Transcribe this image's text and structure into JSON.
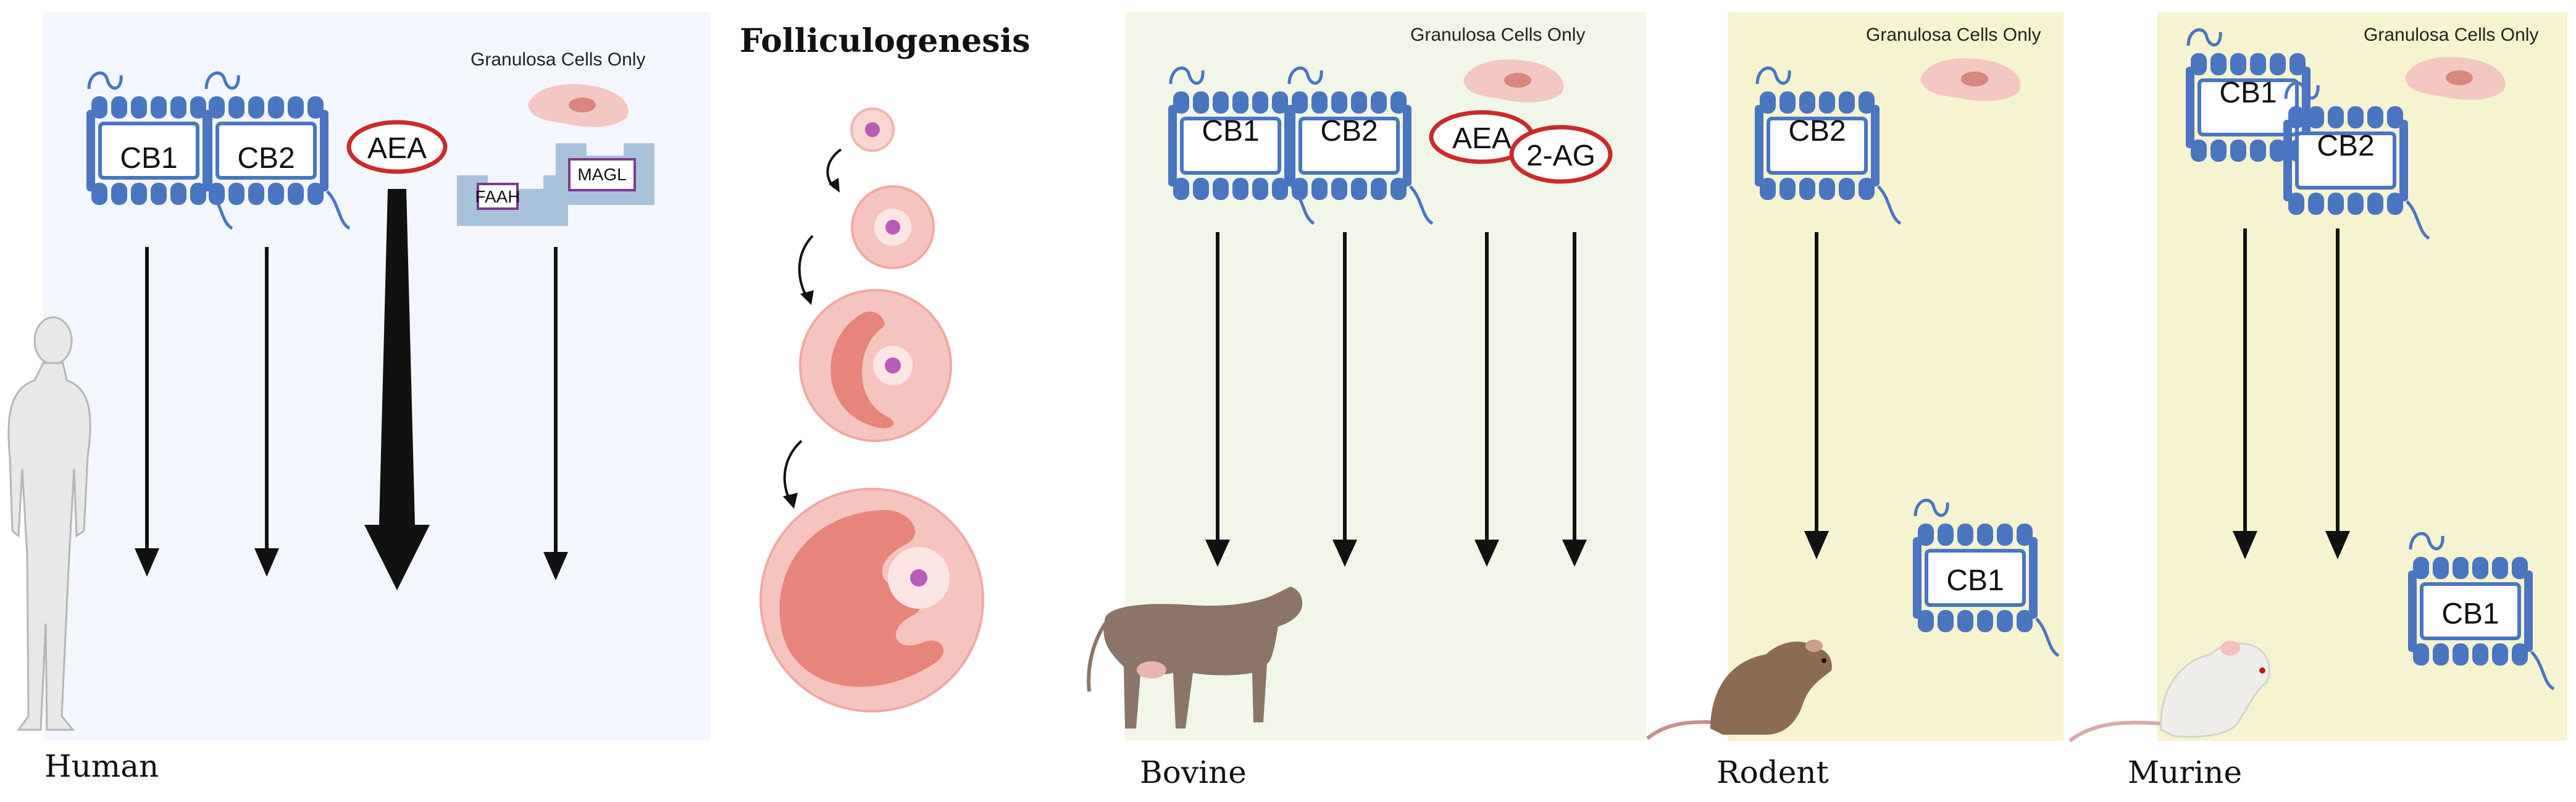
{
  "colors": {
    "human_bg": "#f3f7fd",
    "bovine_bg": "#f2f6e8",
    "rodent_bg": "#f6f3d0",
    "receptor": "#4a75c0",
    "ligand_outline": "#cc2a2a",
    "arrow": "#111111",
    "follicle_outer": "#f6c4bf",
    "follicle_antrum": "#e7857c"
  },
  "title": "Folliculogenesis",
  "panels": {
    "human": {
      "label": "Human",
      "note": "Granulosa Cells Only",
      "receptors": [
        "CB1",
        "CB2"
      ],
      "ligand": "AEA",
      "enzymes": [
        "FAAH",
        "MAGL"
      ]
    },
    "bovine": {
      "label": "Bovine",
      "note": "Granulosa Cells Only",
      "receptors": [
        "CB1",
        "CB2"
      ],
      "ligands": [
        "AEA",
        "2-AG"
      ]
    },
    "rodent": {
      "label": "Rodent",
      "note": "Granulosa Cells Only",
      "receptors": [
        "CB2",
        "CB1"
      ]
    },
    "murine": {
      "label": "Murine",
      "note": "Granulosa Cells Only",
      "receptors": [
        "CB1",
        "CB2",
        "CB1"
      ]
    }
  }
}
